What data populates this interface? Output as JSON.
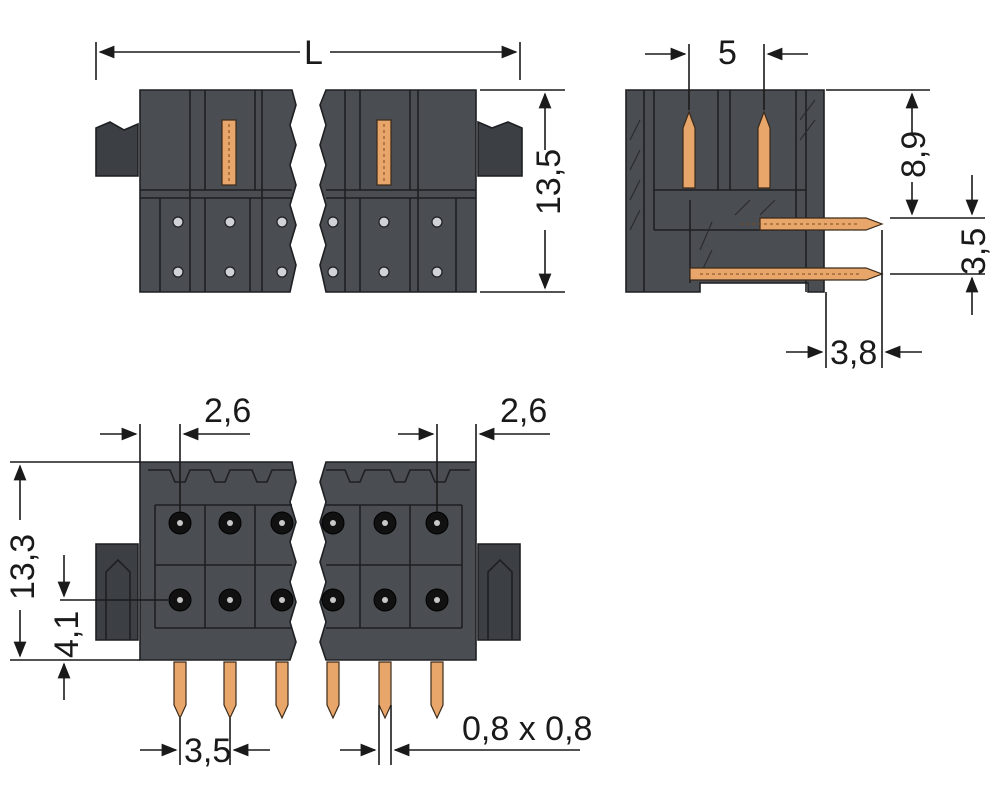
{
  "dimensions": {
    "top_length": "L",
    "top_height": "13,5",
    "side_pitch": "5",
    "side_height": "8,9",
    "side_row_pitch": "3,5",
    "side_pin_length": "3,8",
    "bottom_left_offset": "2,6",
    "bottom_right_offset": "2,6",
    "bottom_height": "13,3",
    "bottom_pin_row": "4,1",
    "bottom_pitch": "3,5",
    "pin_section": "0,8 x 0,8"
  },
  "colors": {
    "housing": "#4a4d52",
    "pin": "#e9a66b"
  }
}
